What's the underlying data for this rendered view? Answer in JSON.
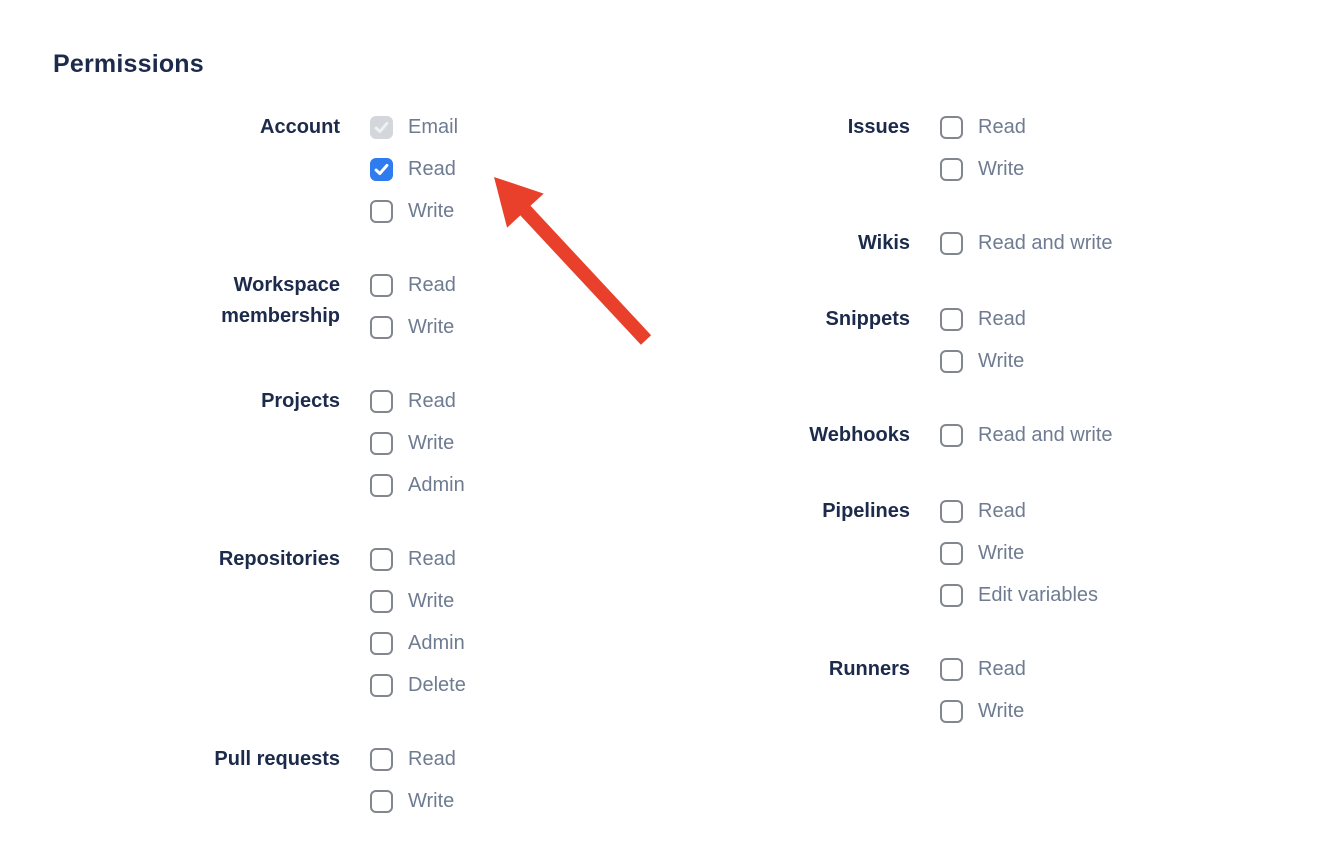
{
  "heading": "Permissions",
  "colors": {
    "heading": "#1C2A4B",
    "group": "#1C2A4B",
    "item": "#6E7B91",
    "border": "#82878F",
    "blue": "#2F7CF0",
    "disabled_bg": "#D3D7DB",
    "disabled_check": "#EFF1F3",
    "arrow": "#E8402B"
  },
  "columns": [
    {
      "groups": [
        {
          "label": "Account",
          "items": [
            {
              "label": "Email",
              "state": "checked-disabled"
            },
            {
              "label": "Read",
              "state": "checked"
            },
            {
              "label": "Write",
              "state": "unchecked"
            }
          ]
        },
        {
          "label": "Workspace membership",
          "items": [
            {
              "label": "Read",
              "state": "unchecked"
            },
            {
              "label": "Write",
              "state": "unchecked"
            }
          ]
        },
        {
          "label": "Projects",
          "items": [
            {
              "label": "Read",
              "state": "unchecked"
            },
            {
              "label": "Write",
              "state": "unchecked"
            },
            {
              "label": "Admin",
              "state": "unchecked"
            }
          ]
        },
        {
          "label": "Repositories",
          "items": [
            {
              "label": "Read",
              "state": "unchecked"
            },
            {
              "label": "Write",
              "state": "unchecked"
            },
            {
              "label": "Admin",
              "state": "unchecked"
            },
            {
              "label": "Delete",
              "state": "unchecked"
            }
          ]
        },
        {
          "label": "Pull requests",
          "items": [
            {
              "label": "Read",
              "state": "unchecked"
            },
            {
              "label": "Write",
              "state": "unchecked"
            }
          ]
        }
      ]
    },
    {
      "groups": [
        {
          "label": "Issues",
          "items": [
            {
              "label": "Read",
              "state": "unchecked"
            },
            {
              "label": "Write",
              "state": "unchecked"
            }
          ]
        },
        {
          "label": "Wikis",
          "items": [
            {
              "label": "Read and write",
              "state": "unchecked"
            }
          ]
        },
        {
          "label": "Snippets",
          "items": [
            {
              "label": "Read",
              "state": "unchecked"
            },
            {
              "label": "Write",
              "state": "unchecked"
            }
          ]
        },
        {
          "label": "Webhooks",
          "items": [
            {
              "label": "Read and write",
              "state": "unchecked"
            }
          ]
        },
        {
          "label": "Pipelines",
          "items": [
            {
              "label": "Read",
              "state": "unchecked"
            },
            {
              "label": "Write",
              "state": "unchecked"
            },
            {
              "label": "Edit variables",
              "state": "unchecked"
            }
          ]
        },
        {
          "label": "Runners",
          "items": [
            {
              "label": "Read",
              "state": "unchecked"
            },
            {
              "label": "Write",
              "state": "unchecked"
            }
          ]
        }
      ]
    }
  ]
}
